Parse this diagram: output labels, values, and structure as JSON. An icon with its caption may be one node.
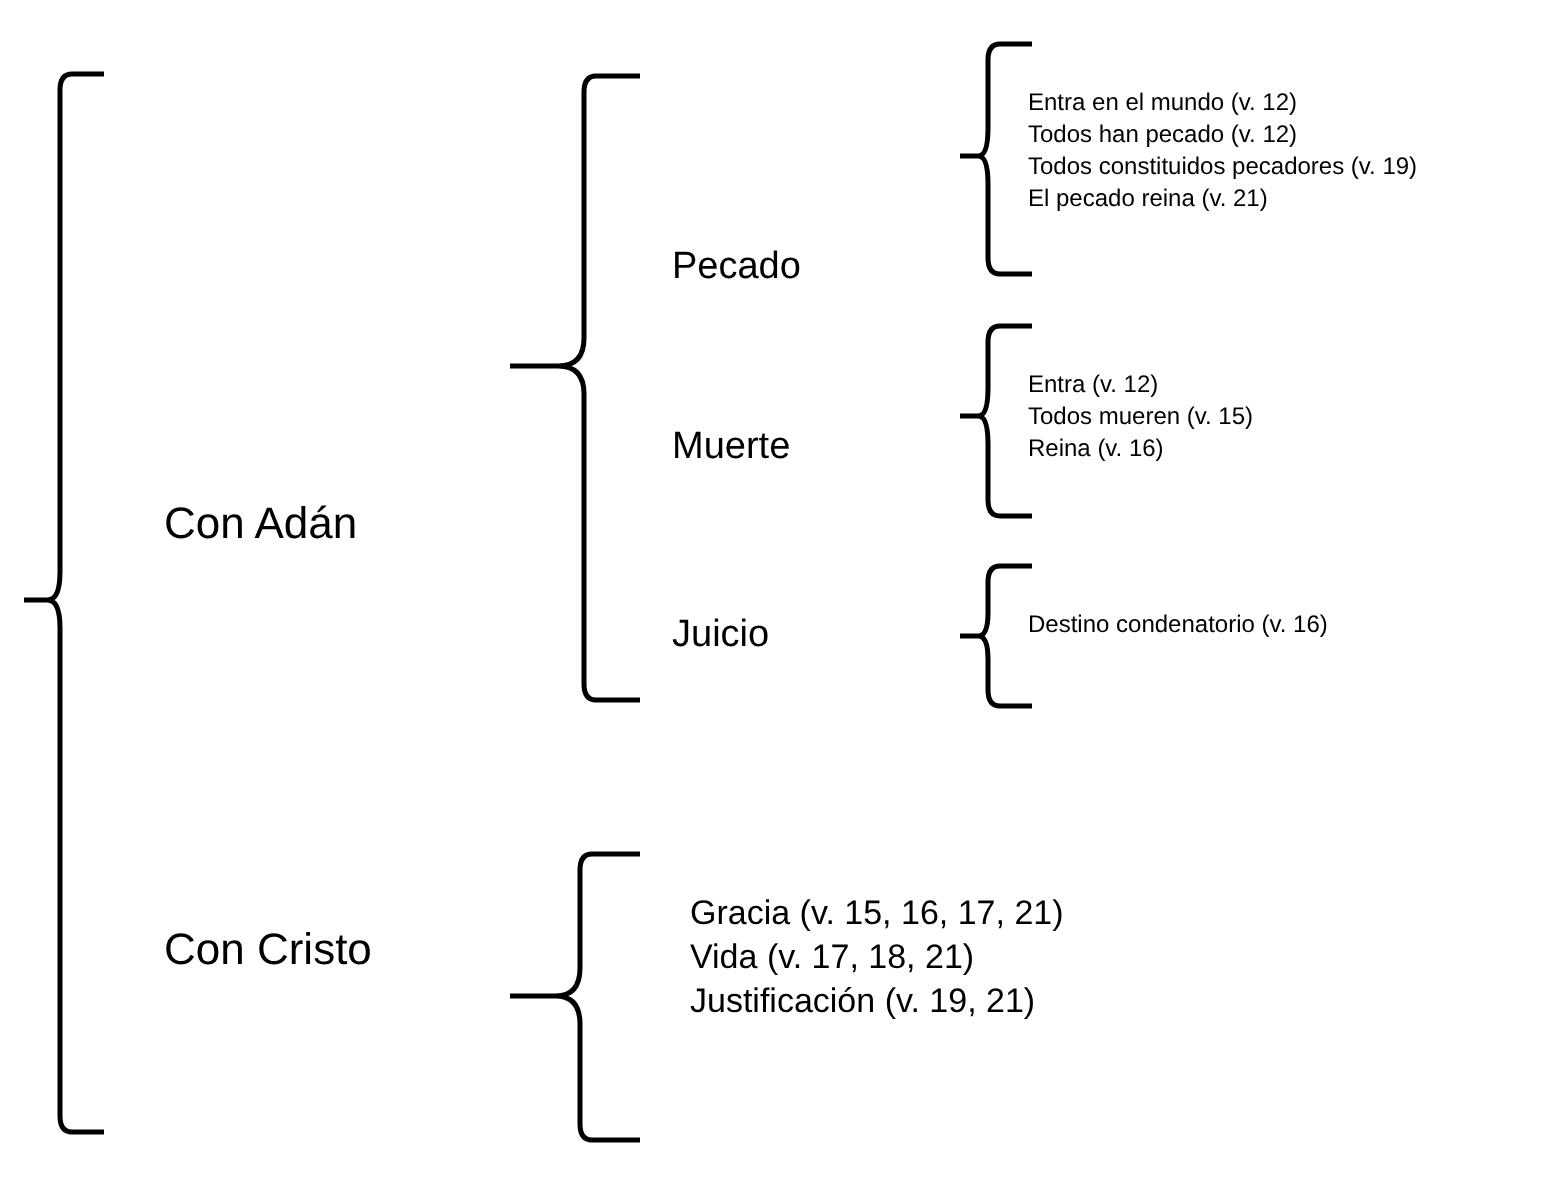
{
  "diagram": {
    "labels": [
      "Con Adán",
      "Pecado",
      "Entra en el mundo (v. 12)",
      "Todos han pecado (v. 12)",
      "Todos constituidos pecadores (v. 19)",
      "El pecado reina (v. 21)",
      "Muerte",
      "Entra (v. 12)",
      "Todos mueren (v. 15)",
      "Reina (v. 16)",
      "Juicio",
      "Destino condenatorio (v. 16)",
      "Con Cristo",
      "Gracia (v. 15, 16, 17, 21)",
      "Vida (v. 17, 18, 21)",
      "Justificación (v. 19, 21)"
    ]
  }
}
